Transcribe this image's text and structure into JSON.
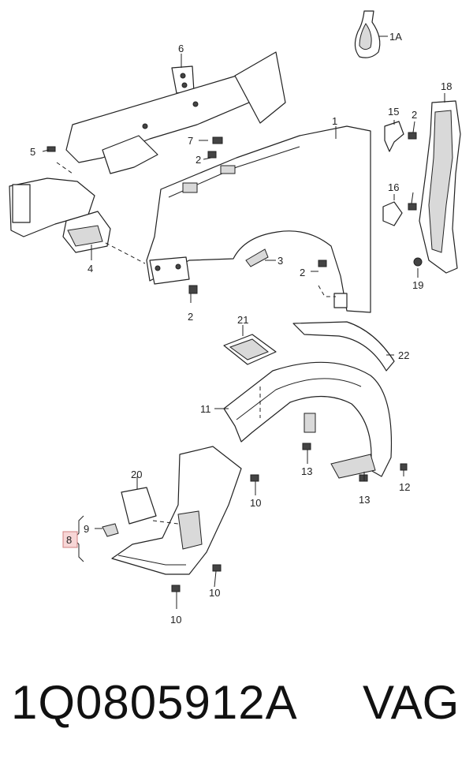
{
  "callouts": {
    "c1": "1",
    "c1a": "1A",
    "c2a": "2",
    "c2b": "2",
    "c2c": "2",
    "c2d": "2",
    "c3": "3",
    "c4": "4",
    "c5": "5",
    "c6": "6",
    "c7": "7",
    "c8": "8",
    "c9": "9",
    "c10a": "10",
    "c10b": "10",
    "c10c": "10",
    "c11": "11",
    "c12": "12",
    "c13a": "13",
    "c13b": "13",
    "c15": "15",
    "c16": "16",
    "c18": "18",
    "c19": "19",
    "c20": "20",
    "c21": "21",
    "c22": "22"
  },
  "footer": {
    "part_number": "1Q0805912A",
    "brand": "VAG"
  },
  "colors": {
    "highlight_box": "#f7d6d6",
    "highlight_border": "#d08080"
  }
}
